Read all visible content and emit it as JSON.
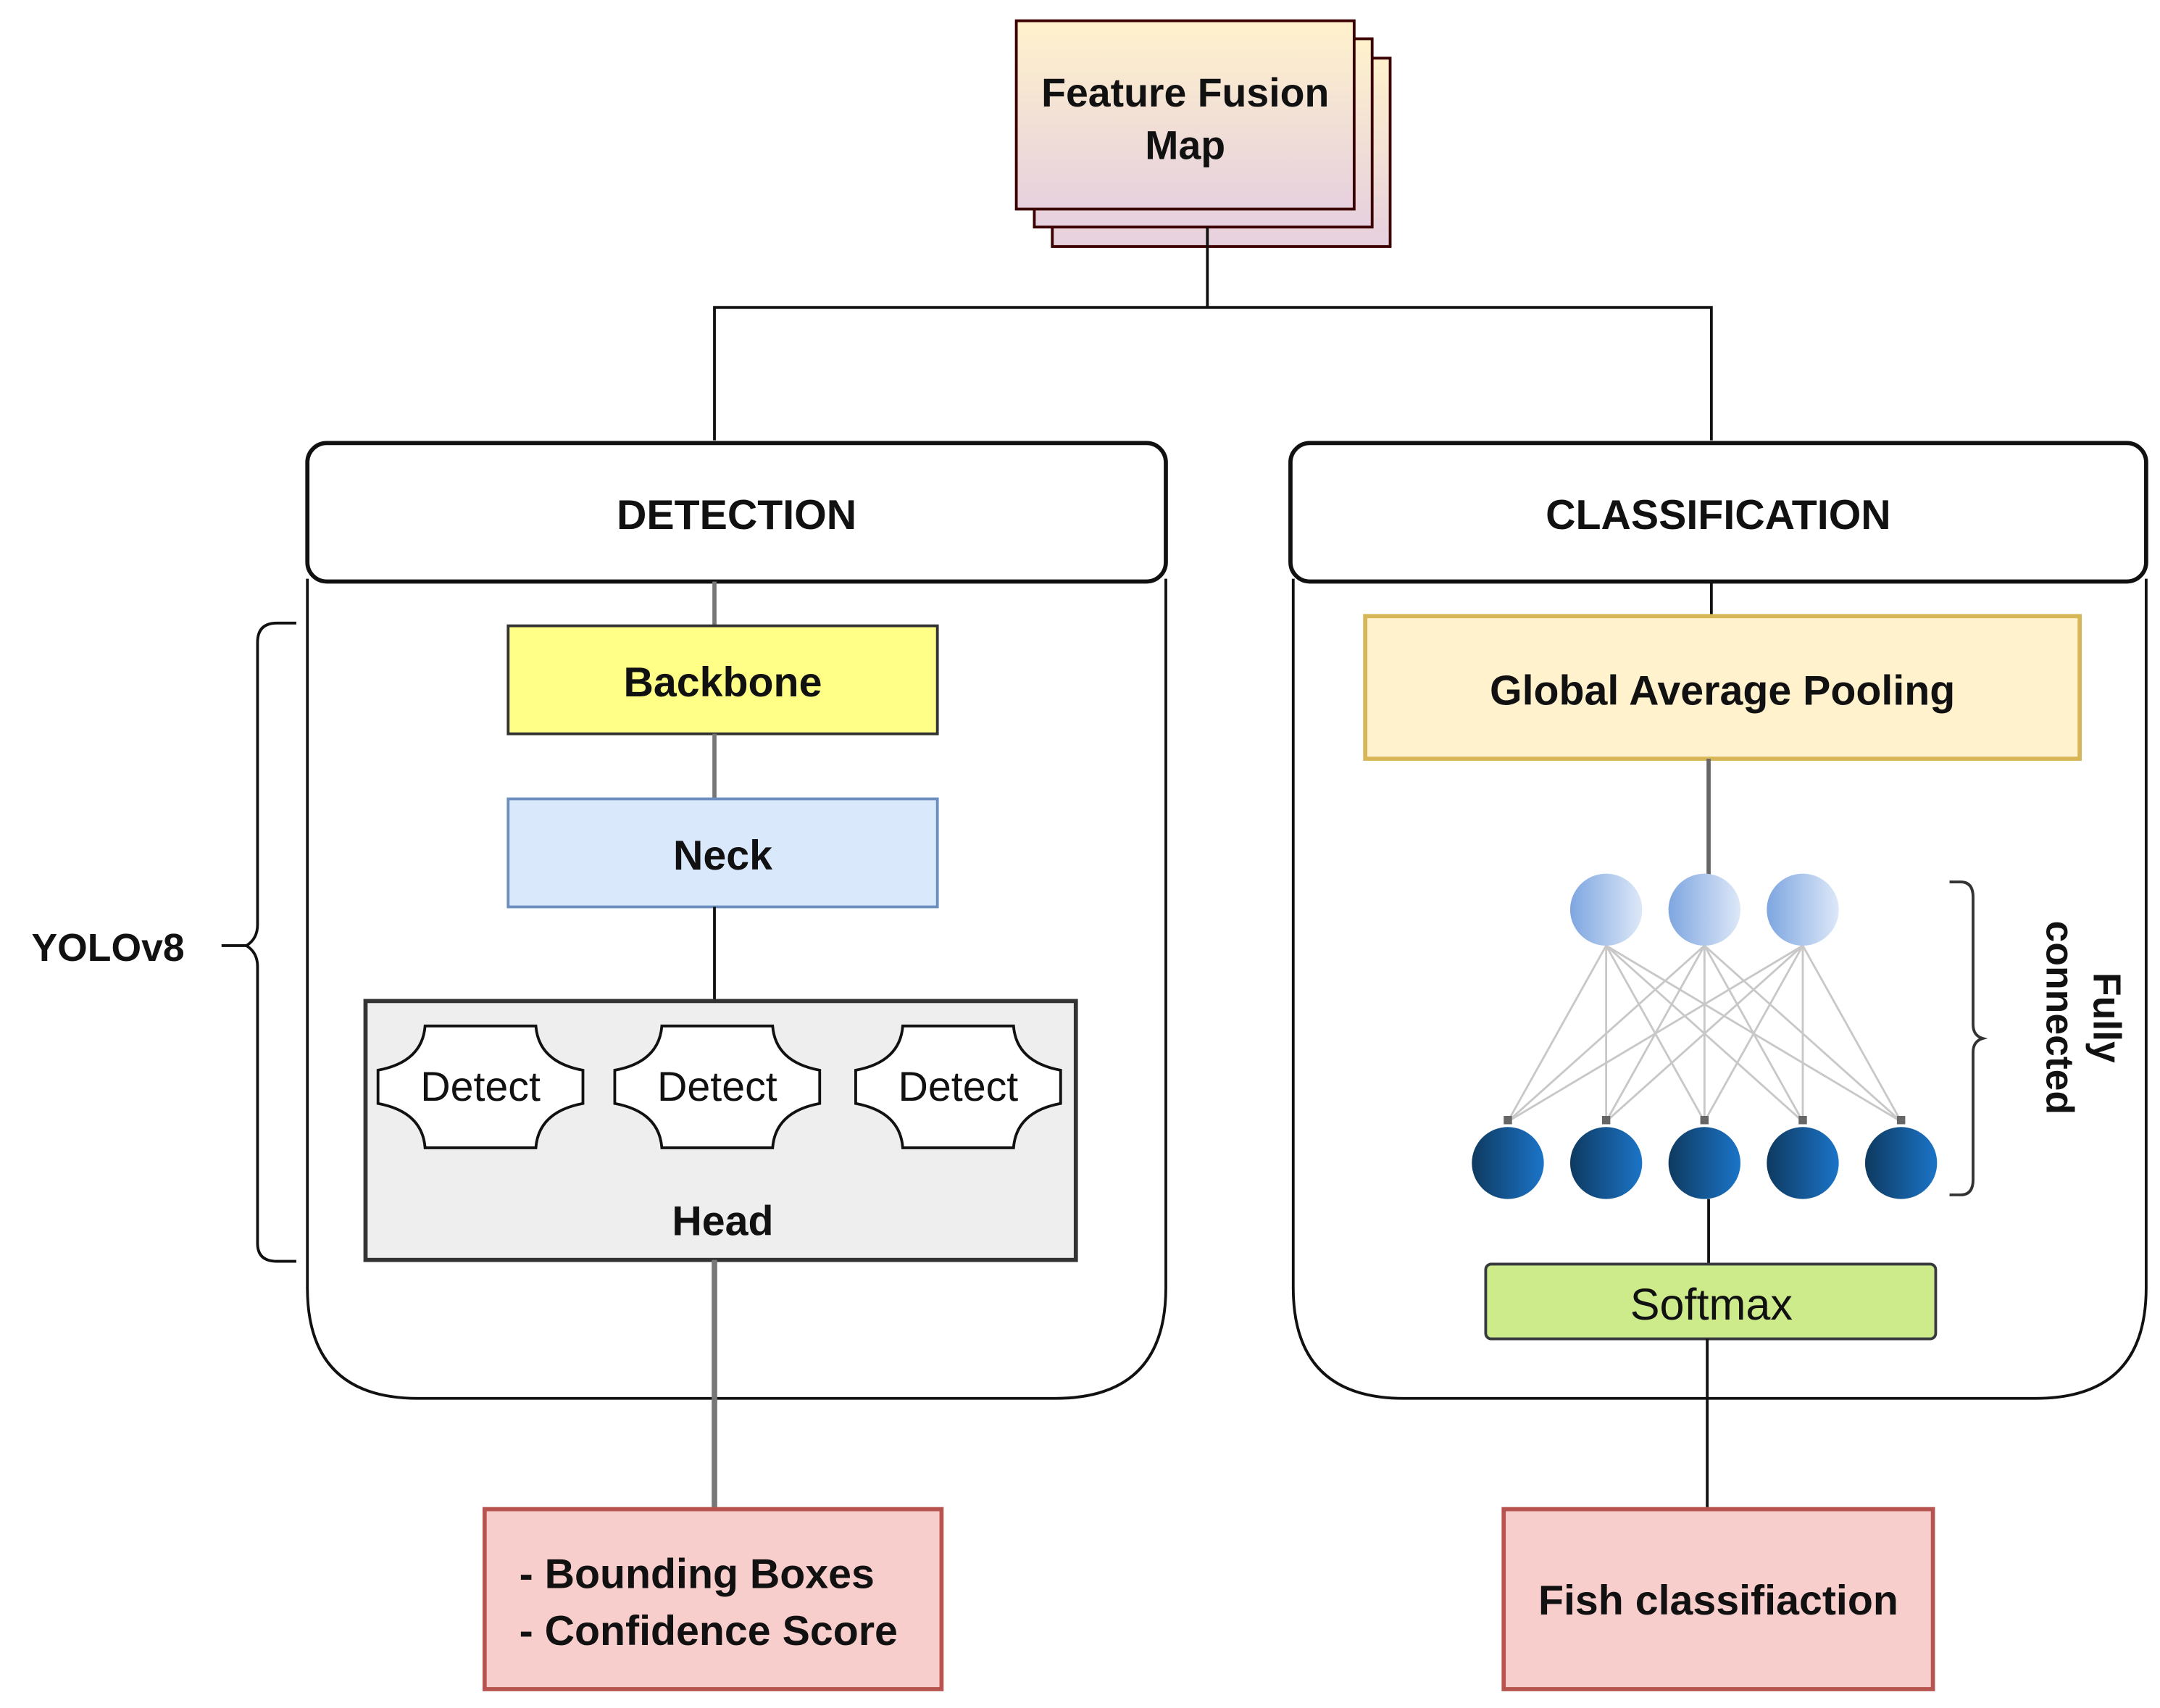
{
  "top": {
    "feature_fusion_line1": "Feature Fusion",
    "feature_fusion_line2": "Map"
  },
  "detection": {
    "title": "DETECTION",
    "backbone": "Backbone",
    "neck": "Neck",
    "head": "Head",
    "detect_labels": [
      "Detect",
      "Detect",
      "Detect"
    ],
    "brace_label": "YOLOv8",
    "output_line1": "- Bounding Boxes",
    "output_line2": "- Confidence Score"
  },
  "classification": {
    "title": "CLASSIFICATION",
    "gap": "Global Average Pooling",
    "fc_label_line1": "Fully",
    "fc_label_line2": "connected",
    "softmax": "Softmax",
    "output": "Fish classifiaction",
    "network": {
      "input_nodes": 3,
      "output_nodes": 5
    }
  },
  "colors": {
    "fusion_top": "#fff2cc",
    "fusion_bottom": "#e6d0de",
    "fusion_border": "#3b0000",
    "backbone_fill": "#ffff88",
    "neck_fill": "#dae8fc",
    "neck_border": "#6c8ebf",
    "head_fill": "#eeeeee",
    "gap_fill": "#fff2cc",
    "gap_border": "#d6b656",
    "softmax_fill": "#cdeb8b",
    "output_fill": "#f8cecc",
    "output_border": "#b85450",
    "node_light": "#7ea6e0",
    "node_dark": "#10456e"
  }
}
